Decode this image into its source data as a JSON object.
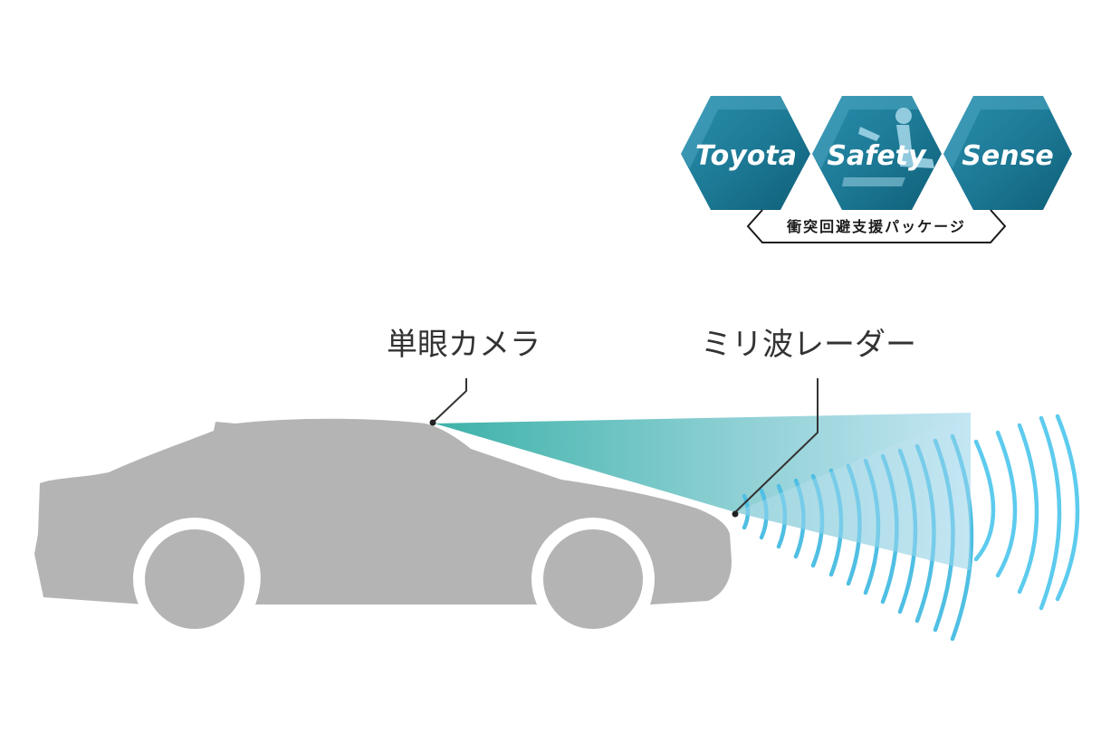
{
  "logo": {
    "words": [
      "Toyota",
      "Safety",
      "Sense"
    ],
    "tagline": "衝突回避支援パッケージ",
    "hex_color": "#1e7c98",
    "hex_highlight": "#6fb8cc"
  },
  "labels": {
    "camera": "単眼カメラ",
    "radar": "ミリ波レーダー"
  },
  "colors": {
    "car": "#b4b4b4",
    "camera_beam_start": "#3bb3a9",
    "camera_beam_end": "#bfe3f2",
    "radar_waves": "#4fc3ea",
    "text": "#333333"
  }
}
